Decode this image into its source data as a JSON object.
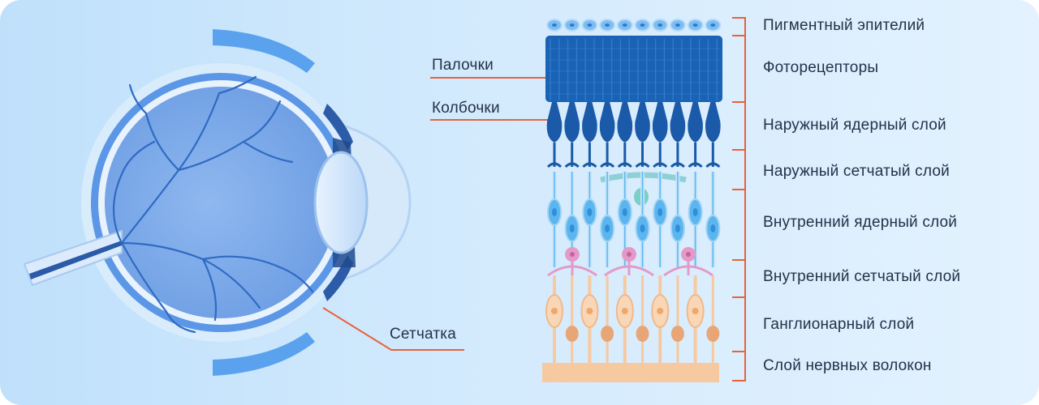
{
  "diagram": {
    "eye_labels": {
      "rods": "Палочки",
      "cones": "Колбочки",
      "retina": "Сетчатка"
    },
    "layers": [
      "Пигментный эпителий",
      "Фоторецепторы",
      "Наружный ядерный слой",
      "Наружный сетчатый слой",
      "Внутренний ядерный слой",
      "Внутренний сетчатый слой",
      "Ганглионарный слой",
      "Слой нервных волокон"
    ],
    "colors": {
      "background": "#cfe7fc",
      "leader_line": "#e8623a",
      "bracket": "#e8623a",
      "photoreceptors": "#1a62b3",
      "bipolar_cells": "#5cb5ee",
      "amacrine_cells": "#e49ac8",
      "ganglion_cells": "#f6c9a0"
    }
  }
}
